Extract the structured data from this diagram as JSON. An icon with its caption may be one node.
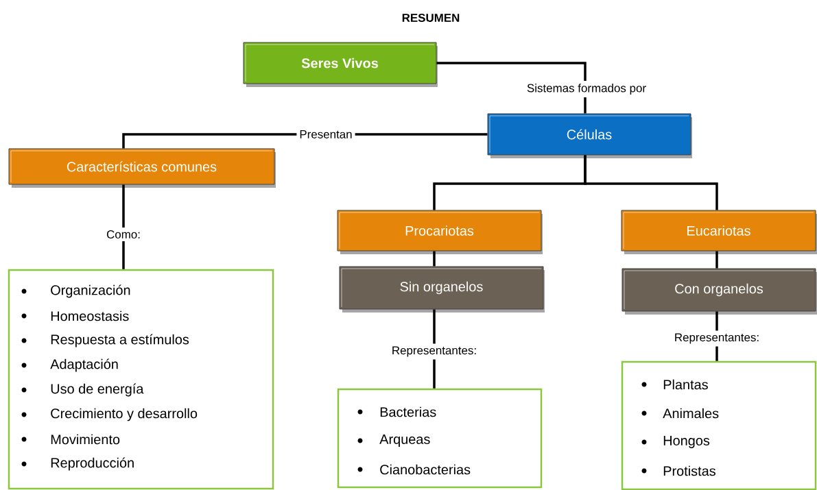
{
  "diagram": {
    "title": "RESUMEN",
    "nodes": [
      {
        "text": [
          "Seres Vivos"
        ]
      },
      {
        "text": [
          "Células"
        ]
      },
      {
        "text": [
          "Características comunes"
        ]
      },
      {
        "text": [
          "Procariotas"
        ]
      },
      {
        "text": [
          "Eucariotas"
        ]
      },
      {
        "text": [
          "Sin organelos"
        ]
      },
      {
        "text": [
          "Con organelos"
        ]
      },
      {
        "text": [
          "Organización",
          "Homeostasis",
          "Respuesta a estímulos",
          "Adaptación",
          "Uso de energía",
          "Crecimiento y desarrollo",
          "Movimiento",
          "Reproducción"
        ]
      },
      {
        "text": [
          "Bacterias",
          "Arqueas",
          "Cianobacterias"
        ]
      },
      {
        "text": [
          "Plantas",
          "Animales",
          "Hongos",
          "Protistas"
        ]
      }
    ],
    "edges": [
      {
        "from": 0,
        "to": 1,
        "arrow": "none",
        "label": "Sistemas formados por"
      },
      {
        "from": 1,
        "to": 2,
        "arrow": "none",
        "label": "Presentan"
      },
      {
        "from": 1,
        "to": 3,
        "arrow": "none"
      },
      {
        "from": 1,
        "to": 4,
        "arrow": "none"
      },
      {
        "from": 2,
        "to": 7,
        "arrow": "none",
        "label": "Como:"
      },
      {
        "from": 3,
        "to": 5,
        "arrow": "none"
      },
      {
        "from": 4,
        "to": 6,
        "arrow": "none"
      },
      {
        "from": 5,
        "to": 8,
        "arrow": "none",
        "label": "Representantes:"
      },
      {
        "from": 6,
        "to": 9,
        "arrow": "none",
        "label": "Representantes:"
      }
    ]
  }
}
